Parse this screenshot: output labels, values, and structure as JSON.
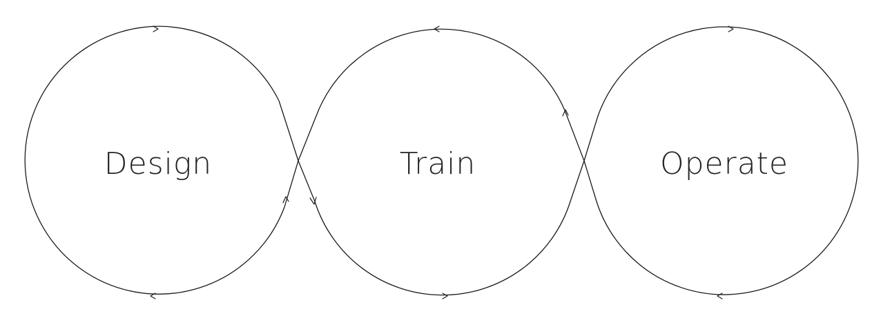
{
  "diagram": {
    "stages": [
      {
        "id": "design",
        "label": "Design"
      },
      {
        "id": "train",
        "label": "Train"
      },
      {
        "id": "operate",
        "label": "Operate"
      }
    ],
    "stroke_color": "#1a1a1a",
    "label_color": "#222222",
    "background": "#ffffff"
  }
}
